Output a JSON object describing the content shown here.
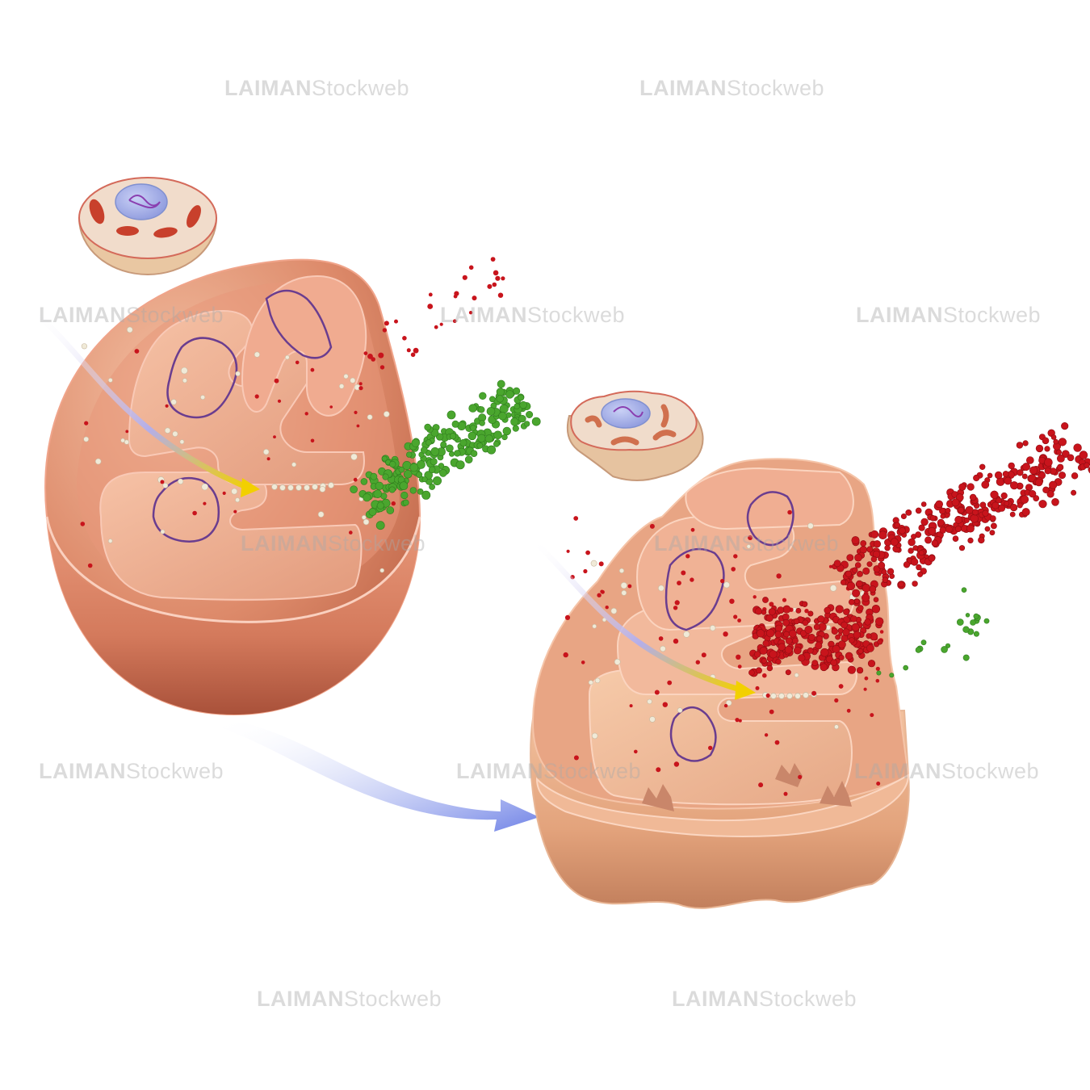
{
  "watermark": {
    "brand_bold": "LAIMAN",
    "brand_light": "Stockweb",
    "instances": [
      {
        "id": "wm-1",
        "row": 1,
        "col": 1
      },
      {
        "id": "wm-2",
        "row": 1,
        "col": 2
      },
      {
        "id": "wm-3",
        "row": 2,
        "col": 1
      },
      {
        "id": "wm-4",
        "row": 2,
        "col": 2
      },
      {
        "id": "wm-5",
        "row": 2,
        "col": 3
      },
      {
        "id": "wm-6",
        "row": 3,
        "col": 1
      },
      {
        "id": "wm-7",
        "row": 3,
        "col": 2
      },
      {
        "id": "wm-8",
        "row": 4,
        "col": 1
      },
      {
        "id": "wm-9",
        "row": 4,
        "col": 2
      },
      {
        "id": "wm-10",
        "row": 4,
        "col": 3
      },
      {
        "id": "wm-11",
        "row": 5,
        "col": 1
      },
      {
        "id": "wm-12",
        "row": 5,
        "col": 2
      }
    ]
  },
  "colors": {
    "membrane": "#d9876a",
    "membrane_dark": "#b85d43",
    "membrane_light": "#f0b49a",
    "damaged_membrane": "#e3a47c",
    "dna_strand": "#6a3d8f",
    "atp_particle": "#4aa62e",
    "ros_particle": "#c8141c",
    "inner_particle": "#f0ead8",
    "energy_arrow": "#f2d000",
    "light_arrow": "#b7b0e8",
    "transition_arrow": "#6f82e6",
    "nucleus": "#9aa6e6"
  },
  "scene": {
    "panels": [
      "healthy-mitochondrion",
      "damaged-mitochondrion"
    ],
    "cell_icons": [
      "healthy-cell-icon",
      "damaged-cell-icon"
    ]
  }
}
